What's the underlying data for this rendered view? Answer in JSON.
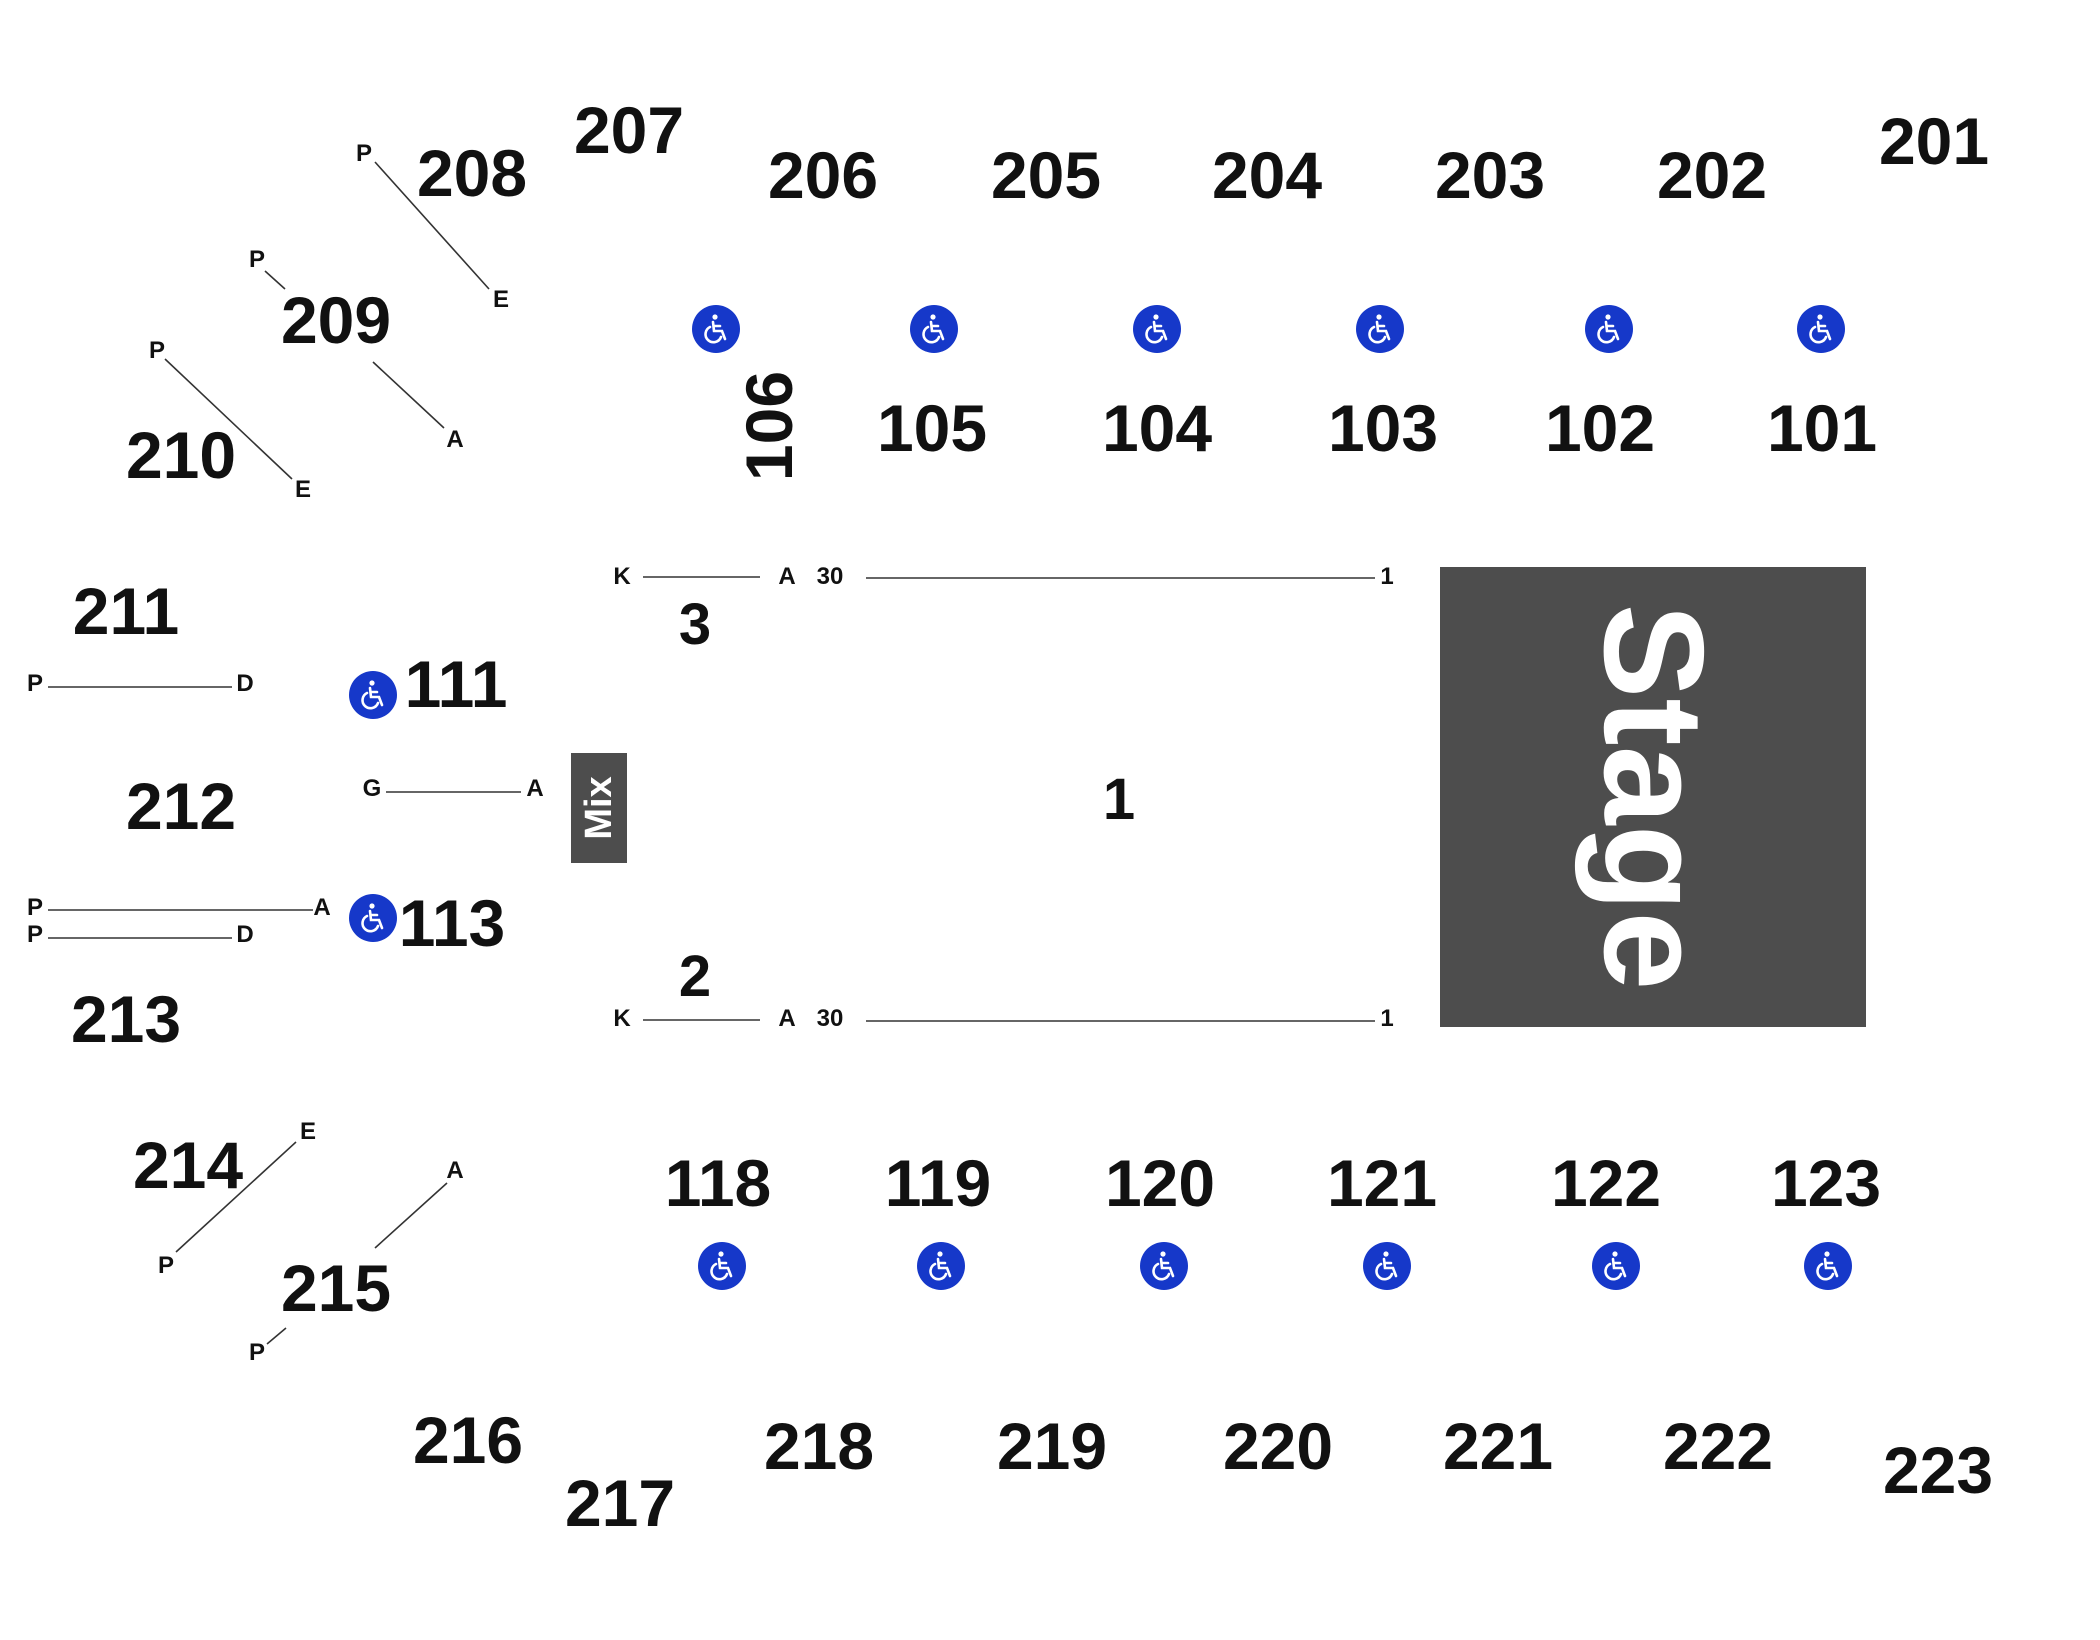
{
  "sections": {
    "s201": "201",
    "s202": "202",
    "s203": "203",
    "s204": "204",
    "s205": "205",
    "s206": "206",
    "s207": "207",
    "s208": "208",
    "s209": "209",
    "s210": "210",
    "s211": "211",
    "s212": "212",
    "s213": "213",
    "s214": "214",
    "s215": "215",
    "s216": "216",
    "s217": "217",
    "s218": "218",
    "s219": "219",
    "s220": "220",
    "s221": "221",
    "s222": "222",
    "s223": "223",
    "s101": "101",
    "s102": "102",
    "s103": "103",
    "s104": "104",
    "s105": "105",
    "s106": "106",
    "s111": "111",
    "s113": "113",
    "s118": "118",
    "s119": "119",
    "s120": "120",
    "s121": "121",
    "s122": "122",
    "s123": "123"
  },
  "floor": {
    "pit1": "1",
    "pit2": "2",
    "pit3": "3"
  },
  "stage": {
    "label": "Stage"
  },
  "mix": {
    "label": "Mix"
  },
  "row_labels": {
    "r208_top": "P",
    "r208_bottom": "E",
    "r209_top": "P",
    "r209_bottom": "A",
    "r210_top": "P",
    "r210_bottom": "E",
    "r211_left": "P",
    "r211_right": "D",
    "r111_left": "G",
    "r111_right": "A",
    "r213a_left": "P",
    "r213a_right": "A",
    "r213b_left": "P",
    "r213b_right": "D",
    "r214_top": "E",
    "r214_bottom": "P",
    "r215_top": "A",
    "r215_bottom": "P",
    "floor_top_row_start": "K",
    "floor_top_row_end": "A",
    "floor_top_seat_start": "30",
    "floor_top_seat_end": "1",
    "floor_bottom_row_start": "K",
    "floor_bottom_row_end": "A",
    "floor_bottom_seat_start": "30",
    "floor_bottom_seat_end": "1"
  },
  "accessible_icon": "wheelchair-icon",
  "colors": {
    "stage": "#4d4d4d",
    "accessible": "#1638c9",
    "text": "#111111"
  }
}
